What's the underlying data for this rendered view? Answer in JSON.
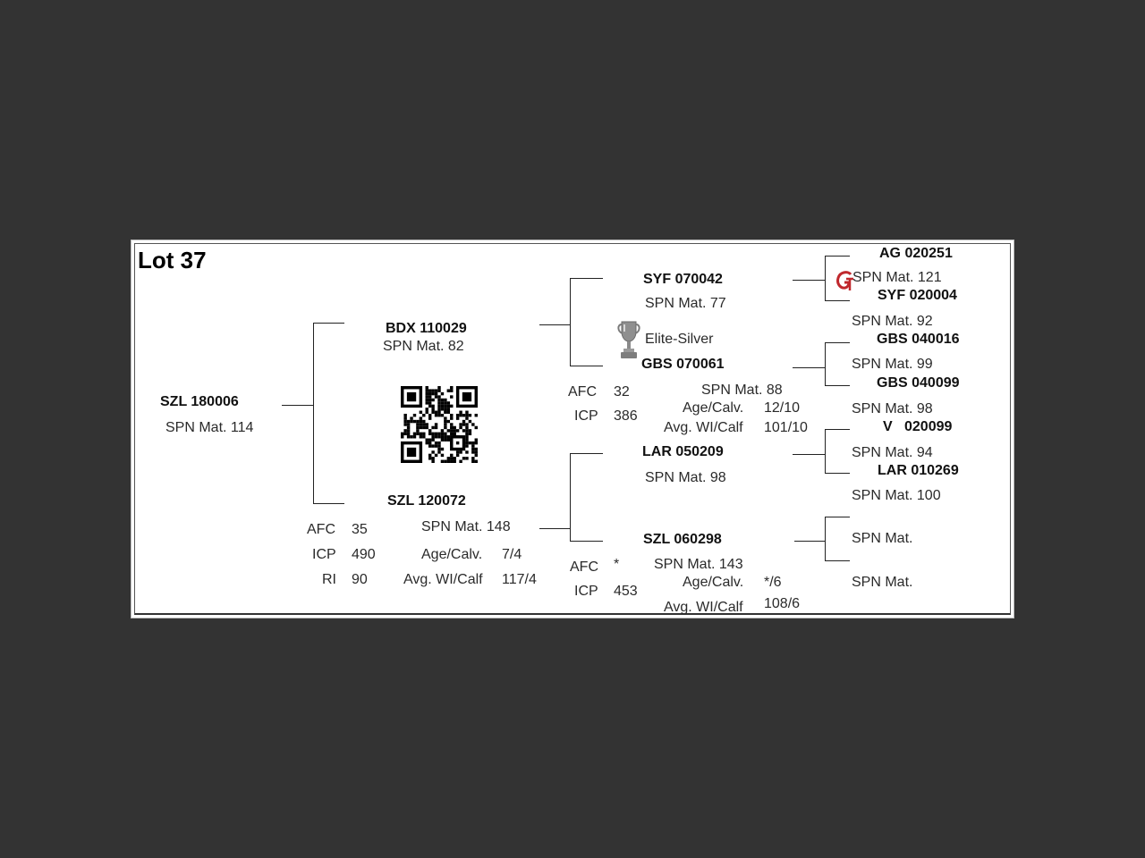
{
  "title": "Lot 37",
  "subject": {
    "id": "SZL 180006",
    "spn": "SPN Mat. 114"
  },
  "sire": {
    "id": "BDX 110029",
    "spn": "SPN Mat. 82"
  },
  "dam": {
    "id": "SZL 120072",
    "spn": "SPN Mat. 148",
    "afc_label": "AFC",
    "afc": "35",
    "icp_label": "ICP",
    "icp": "490",
    "ri_label": "RI",
    "ri": "90",
    "agecalv_label": "Age/Calv.",
    "agecalv": "7/4",
    "avgwi_label": "Avg. WI/Calf",
    "avgwi": "117/4"
  },
  "sire_sire": {
    "id": "SYF 070042",
    "spn": "SPN Mat. 77"
  },
  "sire_dam": {
    "award": "Elite-Silver",
    "id": "GBS 070061",
    "spn": "SPN Mat. 88",
    "afc_label": "AFC",
    "afc": "32",
    "icp_label": "ICP",
    "icp": "386",
    "agecalv_label": "Age/Calv.",
    "agecalv": "12/10",
    "avgwi_label": "Avg. WI/Calf",
    "avgwi": "101/10"
  },
  "dam_sire": {
    "id": "LAR 050209",
    "spn": "SPN Mat. 98"
  },
  "dam_dam": {
    "id": "SZL 060298",
    "spn": "SPN Mat. 143",
    "afc_label": "AFC",
    "afc": "*",
    "icp_label": "ICP",
    "icp": "453",
    "agecalv_label": "Age/Calv.",
    "agecalv": "*/6",
    "avgwi_label": "Avg. WI/Calf",
    "avgwi": "108/6"
  },
  "ggp": [
    {
      "id": "AG  020251",
      "spn": "SPN Mat. 121"
    },
    {
      "id": "SYF 020004",
      "spn": "SPN Mat. 92"
    },
    {
      "id": "GBS 040016",
      "spn": "SPN Mat. 99"
    },
    {
      "id": "GBS 040099",
      "spn": "SPN Mat. 98"
    },
    {
      "id": "V   020099",
      "spn": "SPN Mat. 94"
    },
    {
      "id": "LAR 010269",
      "spn": "SPN Mat. 100"
    },
    {
      "id": "",
      "spn": "SPN Mat."
    },
    {
      "id": "",
      "spn": "SPN Mat."
    }
  ],
  "icons": {
    "qr": "qr-code-icon",
    "trophy": "trophy-icon",
    "logo": "breed-logo-icon"
  },
  "colors": {
    "background": "#333333",
    "card": "#ffffff",
    "logo": "#c0282d",
    "trophy": "#8a8a8a"
  }
}
